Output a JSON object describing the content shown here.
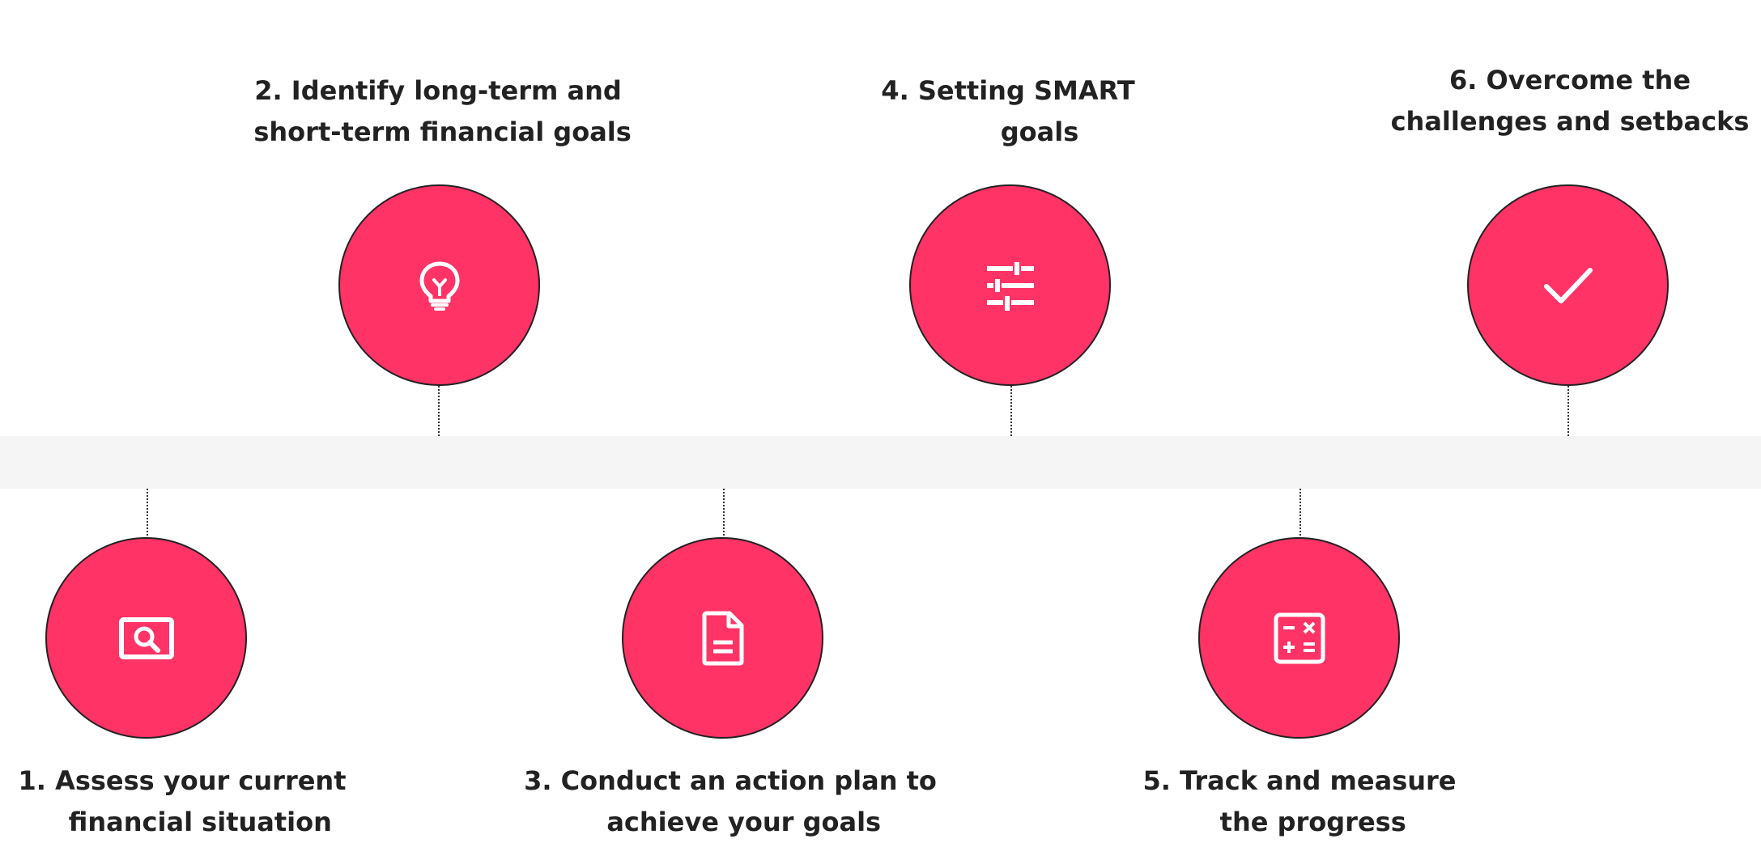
{
  "theme": {
    "accent": "#FF3366",
    "band": "#F5F5F5",
    "text": "#222222",
    "icon": "#FFFFFF"
  },
  "steps": [
    {
      "text": "1. Assess your current\n    financial situation",
      "icon": "search-window-icon"
    },
    {
      "text": "2. Identify long-term and\n short-term financial goals",
      "icon": "lightbulb-icon"
    },
    {
      "text": "3. Conduct an action plan to\n   achieve your goals",
      "icon": "document-icon"
    },
    {
      "text": "4. Setting SMART\n       goals",
      "icon": "sliders-icon"
    },
    {
      "text": "5. Track and measure\n   the progress",
      "icon": "calculator-icon"
    },
    {
      "text": "6. Overcome the\nchallenges and setbacks",
      "icon": "checkmark-icon"
    }
  ]
}
